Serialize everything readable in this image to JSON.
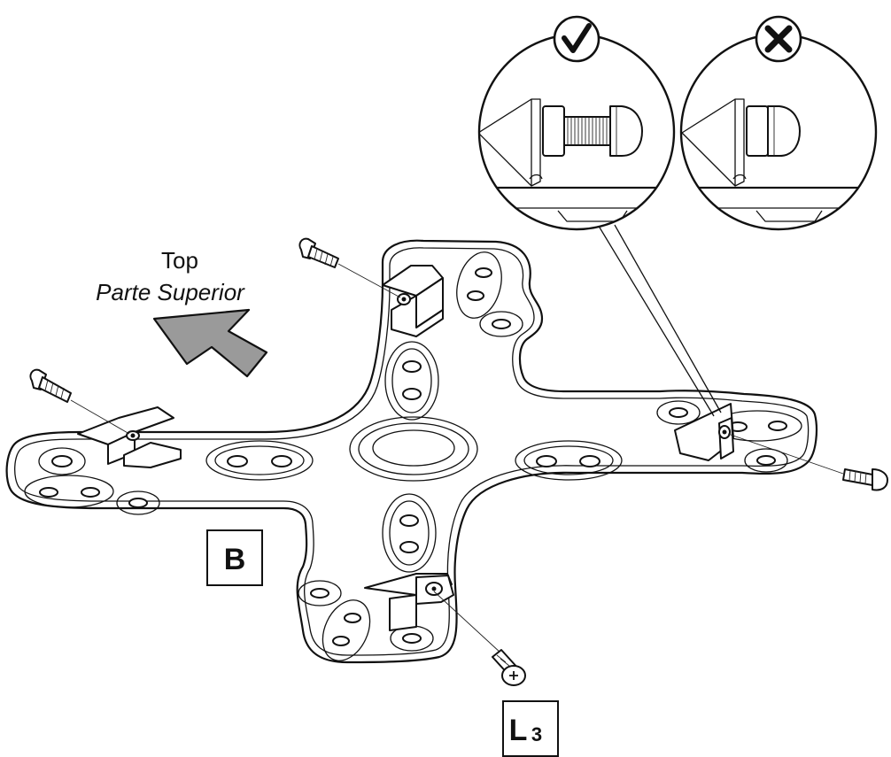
{
  "direction_label": {
    "line1": "Top",
    "line2": "Parte Superior"
  },
  "part_label_b": {
    "letter": "B"
  },
  "part_label_l3": {
    "letter": "L",
    "subscript": "3"
  },
  "detail_views": {
    "correct": {
      "status_icon": "check-icon"
    },
    "incorrect": {
      "status_icon": "cross-icon"
    }
  },
  "colors": {
    "line": "#111111",
    "arrow_fill": "#9a9a9a",
    "background": "#ffffff"
  }
}
